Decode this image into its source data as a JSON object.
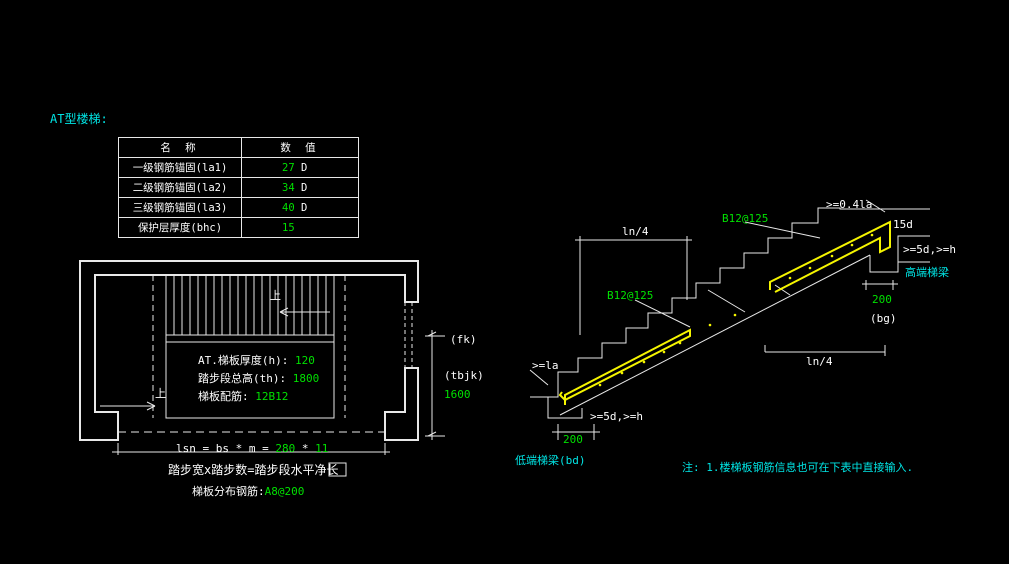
{
  "title": "AT型楼梯:",
  "table": {
    "headers": [
      "名 称",
      "数 值"
    ],
    "rows": [
      {
        "label": "一级钢筋锚固(la1)",
        "value": "27",
        "unit": "D"
      },
      {
        "label": "二级钢筋锚固(la2)",
        "value": "34",
        "unit": "D"
      },
      {
        "label": "三级钢筋锚固(la3)",
        "value": "40",
        "unit": "D"
      },
      {
        "label": "保护层厚度(bhc)",
        "value": "15",
        "unit": ""
      }
    ]
  },
  "plan": {
    "up1": "上",
    "up2": "上",
    "thickness_label": "AT.梯板厚度(h):",
    "thickness_value": "120",
    "height_label": "踏步段总高(th):",
    "height_value": "1800",
    "rebar_label": "梯板配筋:",
    "rebar_value": "12B12",
    "fk": "(fk)",
    "tbjk": "(tbjk)",
    "width_value": "1600",
    "lsn_prefix": "lsn = bs * m =",
    "bs_value": "280",
    "lsn_mid": "*",
    "m_value": "11",
    "formula_note": "踏步宽x踏步数=踏步段水平净长",
    "dist_label": "梯板分布钢筋:",
    "dist_value": "A8@200"
  },
  "section": {
    "ln4_top": "ln/4",
    "ln4_bottom": "ln/4",
    "rebar_upper": "B12@125",
    "rebar_lower": "B12@125",
    "la_top": ">=0.4la",
    "d15": "15d",
    "hook_top": ">=5d,>=h",
    "high_beam": "高端梯梁",
    "w200_top": "200",
    "bg": "(bg)",
    "la_left": ">=la",
    "hook_bottom": ">=5d,>=h",
    "w200_bottom": "200",
    "low_beam": "低端梯梁(bd)"
  },
  "note": "注: 1.楼梯板钢筋信息也可在下表中直接输入."
}
